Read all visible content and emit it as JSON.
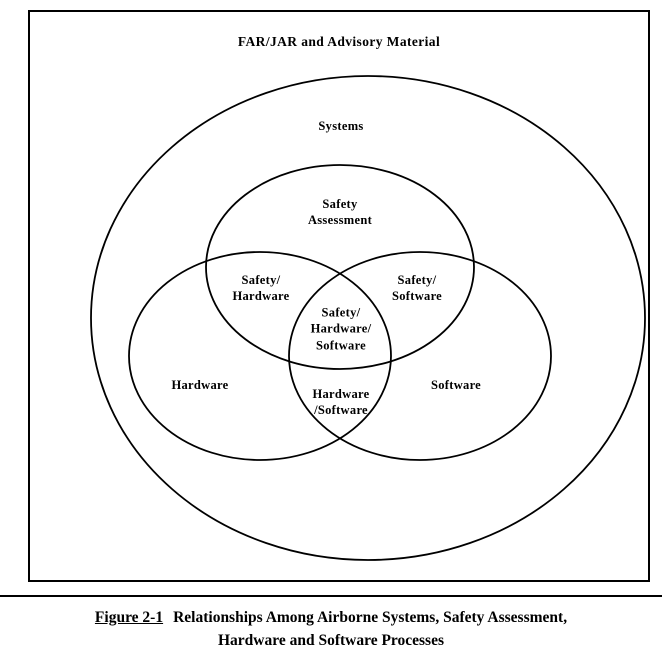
{
  "figure": {
    "frame_title": "FAR/JAR and Advisory Material",
    "labels": {
      "systems": "Systems",
      "safety_assessment": "Safety\nAssessment",
      "safety_hardware": "Safety/\nHardware",
      "safety_software": "Safety/\nSoftware",
      "safety_hardware_software": "Safety/\nHardware/\nSoftware",
      "hardware": "Hardware",
      "software": "Software",
      "hardware_software": "Hardware\n/Software"
    }
  },
  "caption": {
    "figure_number": "Figure 2-1",
    "line1": "Relationships Among Airborne Systems, Safety Assessment,",
    "line2": "Hardware and Software Processes"
  },
  "colors": {
    "stroke": "#000000",
    "background": "#ffffff"
  }
}
